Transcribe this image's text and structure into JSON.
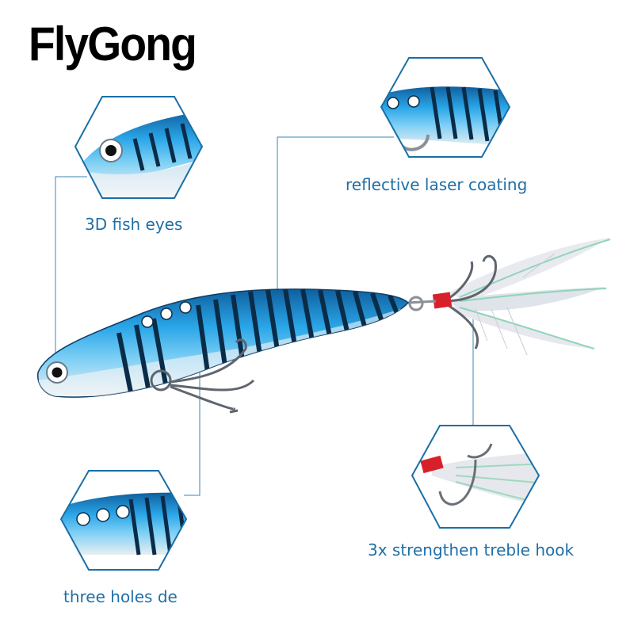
{
  "brand": "FlyGong",
  "colors": {
    "accent": "#1a6fa8",
    "lure_blue": "#1e90d8",
    "lure_dark": "#0a2c48",
    "hook_wrap_red": "#d8202a",
    "label_text": "#1f6fa6"
  },
  "features": [
    {
      "id": "eyes",
      "label": "3D fish eyes"
    },
    {
      "id": "laser",
      "label": "reflective laser coating"
    },
    {
      "id": "hook",
      "label": "3x strengthen treble hook"
    },
    {
      "id": "holes",
      "label": "three holes de"
    }
  ]
}
